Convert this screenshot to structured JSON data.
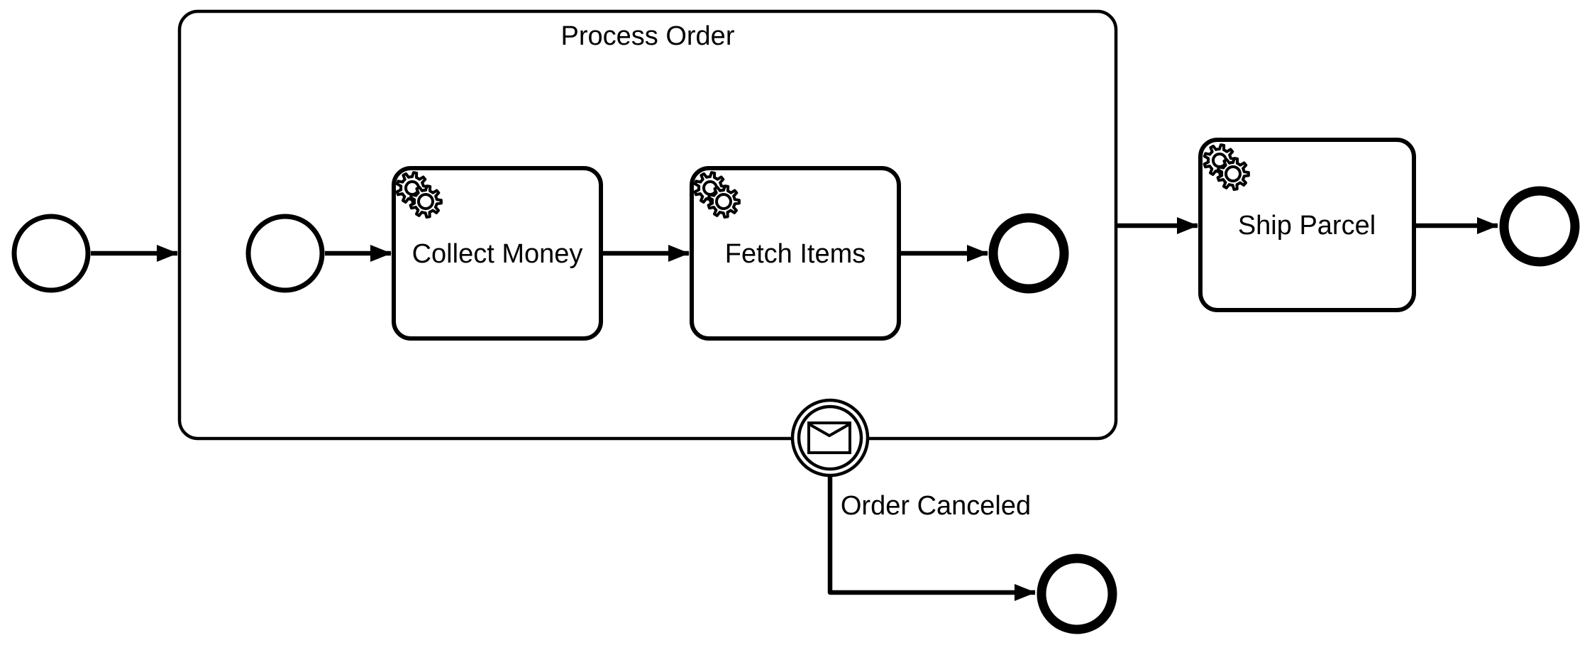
{
  "diagram": {
    "kind": "bpmn-process-diagram",
    "colors": {
      "background": "#ffffff",
      "stroke": "#000000",
      "shape_fill": "#ffffff"
    },
    "subprocess": {
      "label": "Process Order",
      "type": "expanded-subprocess"
    },
    "tasks": [
      {
        "label": "Collect Money",
        "type": "service-task",
        "icon": "gears-icon"
      },
      {
        "label": "Fetch Items",
        "type": "service-task",
        "icon": "gears-icon"
      },
      {
        "label": "Ship Parcel",
        "type": "service-task",
        "icon": "gears-icon"
      }
    ],
    "events": {
      "outer_start": {
        "type": "start-event"
      },
      "inner_start": {
        "type": "start-event"
      },
      "inner_end": {
        "type": "end-event"
      },
      "boundary": {
        "type": "message-boundary-event",
        "label": "Order Canceled",
        "icon": "envelope-icon"
      },
      "canceled_end": {
        "type": "end-event"
      },
      "outer_end": {
        "type": "end-event"
      }
    }
  }
}
